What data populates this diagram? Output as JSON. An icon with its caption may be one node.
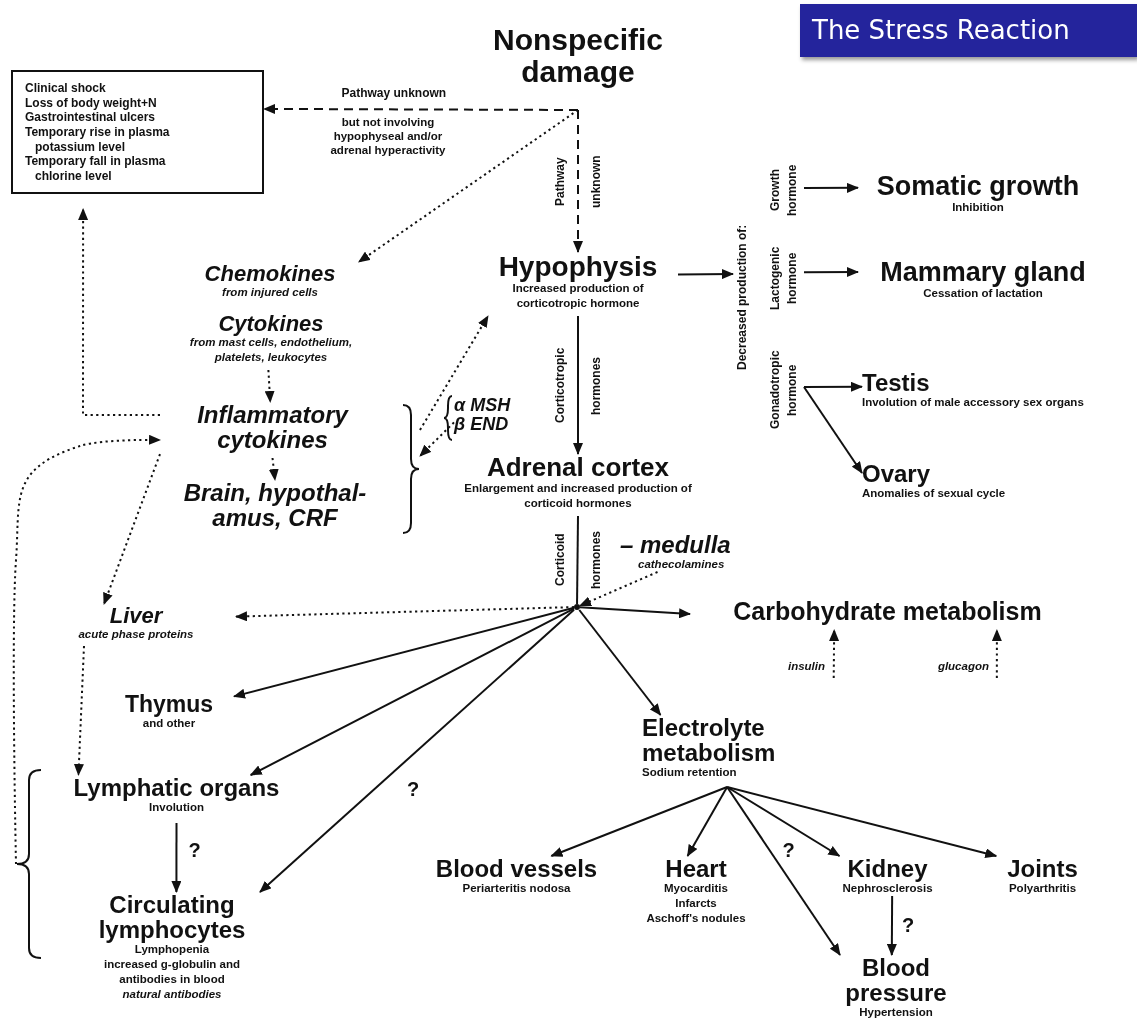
{
  "diagram": {
    "title": "The Stress Reaction",
    "nodes": [
      {
        "text": [
          "Nonspecific damage"
        ]
      },
      {
        "text": [
          "Clinical shock",
          "Loss of body weight+N",
          "Gastrointestinal ulcers",
          "Temporary rise in plasma potassium level",
          "Temporary fall in plasma chlorine level"
        ]
      },
      {
        "text": [
          "Chemokines",
          "from injured cells"
        ]
      },
      {
        "text": [
          "Cytokines",
          "from mast cells, endothelium, platelets, leukocytes"
        ]
      },
      {
        "text": [
          "Inflammatory cytokines"
        ]
      },
      {
        "text": [
          "Brain, hypothal- amus, CRF"
        ]
      },
      {
        "text": [
          "α MSH",
          "β END"
        ]
      },
      {
        "text": [
          "Hypophysis",
          "Increased production of corticotropic hormone"
        ]
      },
      {
        "text": [
          "Decreased production of:"
        ]
      },
      {
        "text": [
          "Growth hormone"
        ]
      },
      {
        "text": [
          "Lactogenic hormone"
        ]
      },
      {
        "text": [
          "Gonadotropic hormone"
        ]
      },
      {
        "text": [
          "Somatic growth",
          "Inhibition"
        ]
      },
      {
        "text": [
          "Mammary gland",
          "Cessation of lactation"
        ]
      },
      {
        "text": [
          "Testis",
          "Involution of male accessory sex organs"
        ]
      },
      {
        "text": [
          "Ovary",
          "Anomalies of sexual cycle"
        ]
      },
      {
        "text": [
          "Adrenal cortex",
          "Enlargement and increased production of corticoid hormones"
        ]
      },
      {
        "text": [
          "– medulla",
          "cathecolamines"
        ]
      },
      {
        "text": [],
        "shape": "dot"
      },
      {
        "text": [
          "Liver",
          "acute phase proteins"
        ]
      },
      {
        "text": [
          "Carbohydrate metabolism"
        ]
      },
      {
        "text": [
          "insulin"
        ]
      },
      {
        "text": [
          "glucagon"
        ]
      },
      {
        "text": [
          "Thymus",
          "and other"
        ]
      },
      {
        "text": [
          "Lymphatic organs",
          "Involution"
        ]
      },
      {
        "text": [
          "Circulating lymphocytes",
          "Lymphopenia",
          "increased g-globulin and antibodies in blood",
          "natural antibodies"
        ]
      },
      {
        "text": [
          "Electrolyte metabolism",
          "Sodium retention"
        ]
      },
      {
        "text": [
          "Blood vessels",
          "Periarteritis nodosa"
        ]
      },
      {
        "text": [
          "Heart",
          "Myocarditis",
          "Infarcts",
          "Aschoff's nodules"
        ]
      },
      {
        "text": [
          "Kidney",
          "Nephrosclerosis"
        ]
      },
      {
        "text": [
          "Joints",
          "Polyarthritis"
        ]
      },
      {
        "text": [
          "Blood pressure",
          "Hypertension"
        ]
      },
      {
        "text": [],
        "shape": "brace"
      },
      {
        "text": [],
        "shape": "brace"
      }
    ],
    "edges": [
      {
        "from": 0,
        "to": 1,
        "arrow": "to",
        "style": "dashed",
        "label": "Pathway unknown"
      },
      {
        "from": 0,
        "to": 7,
        "arrow": "to",
        "style": "dashed",
        "label": "Pathway unknown"
      },
      {
        "from": 0,
        "to": 2,
        "arrow": "to",
        "style": "dashed"
      },
      {
        "from": 3,
        "to": 4,
        "arrow": "to",
        "style": "dashed"
      },
      {
        "from": 4,
        "to": 5,
        "arrow": "to",
        "style": "dashed"
      },
      {
        "from": 4,
        "to": 1,
        "arrow": "to",
        "style": "dashed"
      },
      {
        "from": 32,
        "to": 7,
        "arrow": "to",
        "style": "dashed"
      },
      {
        "from": 6,
        "to": 32,
        "arrow": "to",
        "style": "dashed"
      },
      {
        "from": 7,
        "to": 8,
        "arrow": "to"
      },
      {
        "from": 9,
        "to": 12,
        "arrow": "to"
      },
      {
        "from": 10,
        "to": 13,
        "arrow": "to"
      },
      {
        "from": 11,
        "to": 14,
        "arrow": "to"
      },
      {
        "from": 11,
        "to": 15,
        "arrow": "to"
      },
      {
        "from": 7,
        "to": 16,
        "arrow": "to",
        "label": "Corticotropic hormones"
      },
      {
        "from": 16,
        "to": 18,
        "arrow": "none",
        "label": "Corticoid hormones"
      },
      {
        "from": 17,
        "to": 18,
        "arrow": "to",
        "style": "dashed"
      },
      {
        "from": 18,
        "to": 19,
        "arrow": "to",
        "style": "dashed"
      },
      {
        "from": 18,
        "to": 20,
        "arrow": "to"
      },
      {
        "from": 18,
        "to": 23,
        "arrow": "to"
      },
      {
        "from": 18,
        "to": 24,
        "arrow": "to"
      },
      {
        "from": 18,
        "to": 25,
        "arrow": "to",
        "label": "?"
      },
      {
        "from": 18,
        "to": 26,
        "arrow": "to"
      },
      {
        "from": 21,
        "to": 20,
        "arrow": "to",
        "style": "dashed"
      },
      {
        "from": 22,
        "to": 20,
        "arrow": "to",
        "style": "dashed"
      },
      {
        "from": 4,
        "to": 19,
        "arrow": "to",
        "style": "dashed"
      },
      {
        "from": 19,
        "to": 24,
        "arrow": "to",
        "style": "dashed"
      },
      {
        "from": 33,
        "to": 4,
        "arrow": "to",
        "style": "dashed"
      },
      {
        "from": 24,
        "to": 25,
        "arrow": "to",
        "label": "?"
      },
      {
        "from": 26,
        "to": 27,
        "arrow": "to"
      },
      {
        "from": 26,
        "to": 28,
        "arrow": "to"
      },
      {
        "from": 26,
        "to": 31,
        "arrow": "to",
        "label": "?"
      },
      {
        "from": 26,
        "to": 29,
        "arrow": "to"
      },
      {
        "from": 26,
        "to": 30,
        "arrow": "to"
      },
      {
        "from": 29,
        "to": 31,
        "arrow": "to",
        "label": "?"
      }
    ],
    "labels": [
      "but not involving hypophyseal and/or adrenal hyperactivity"
    ]
  }
}
